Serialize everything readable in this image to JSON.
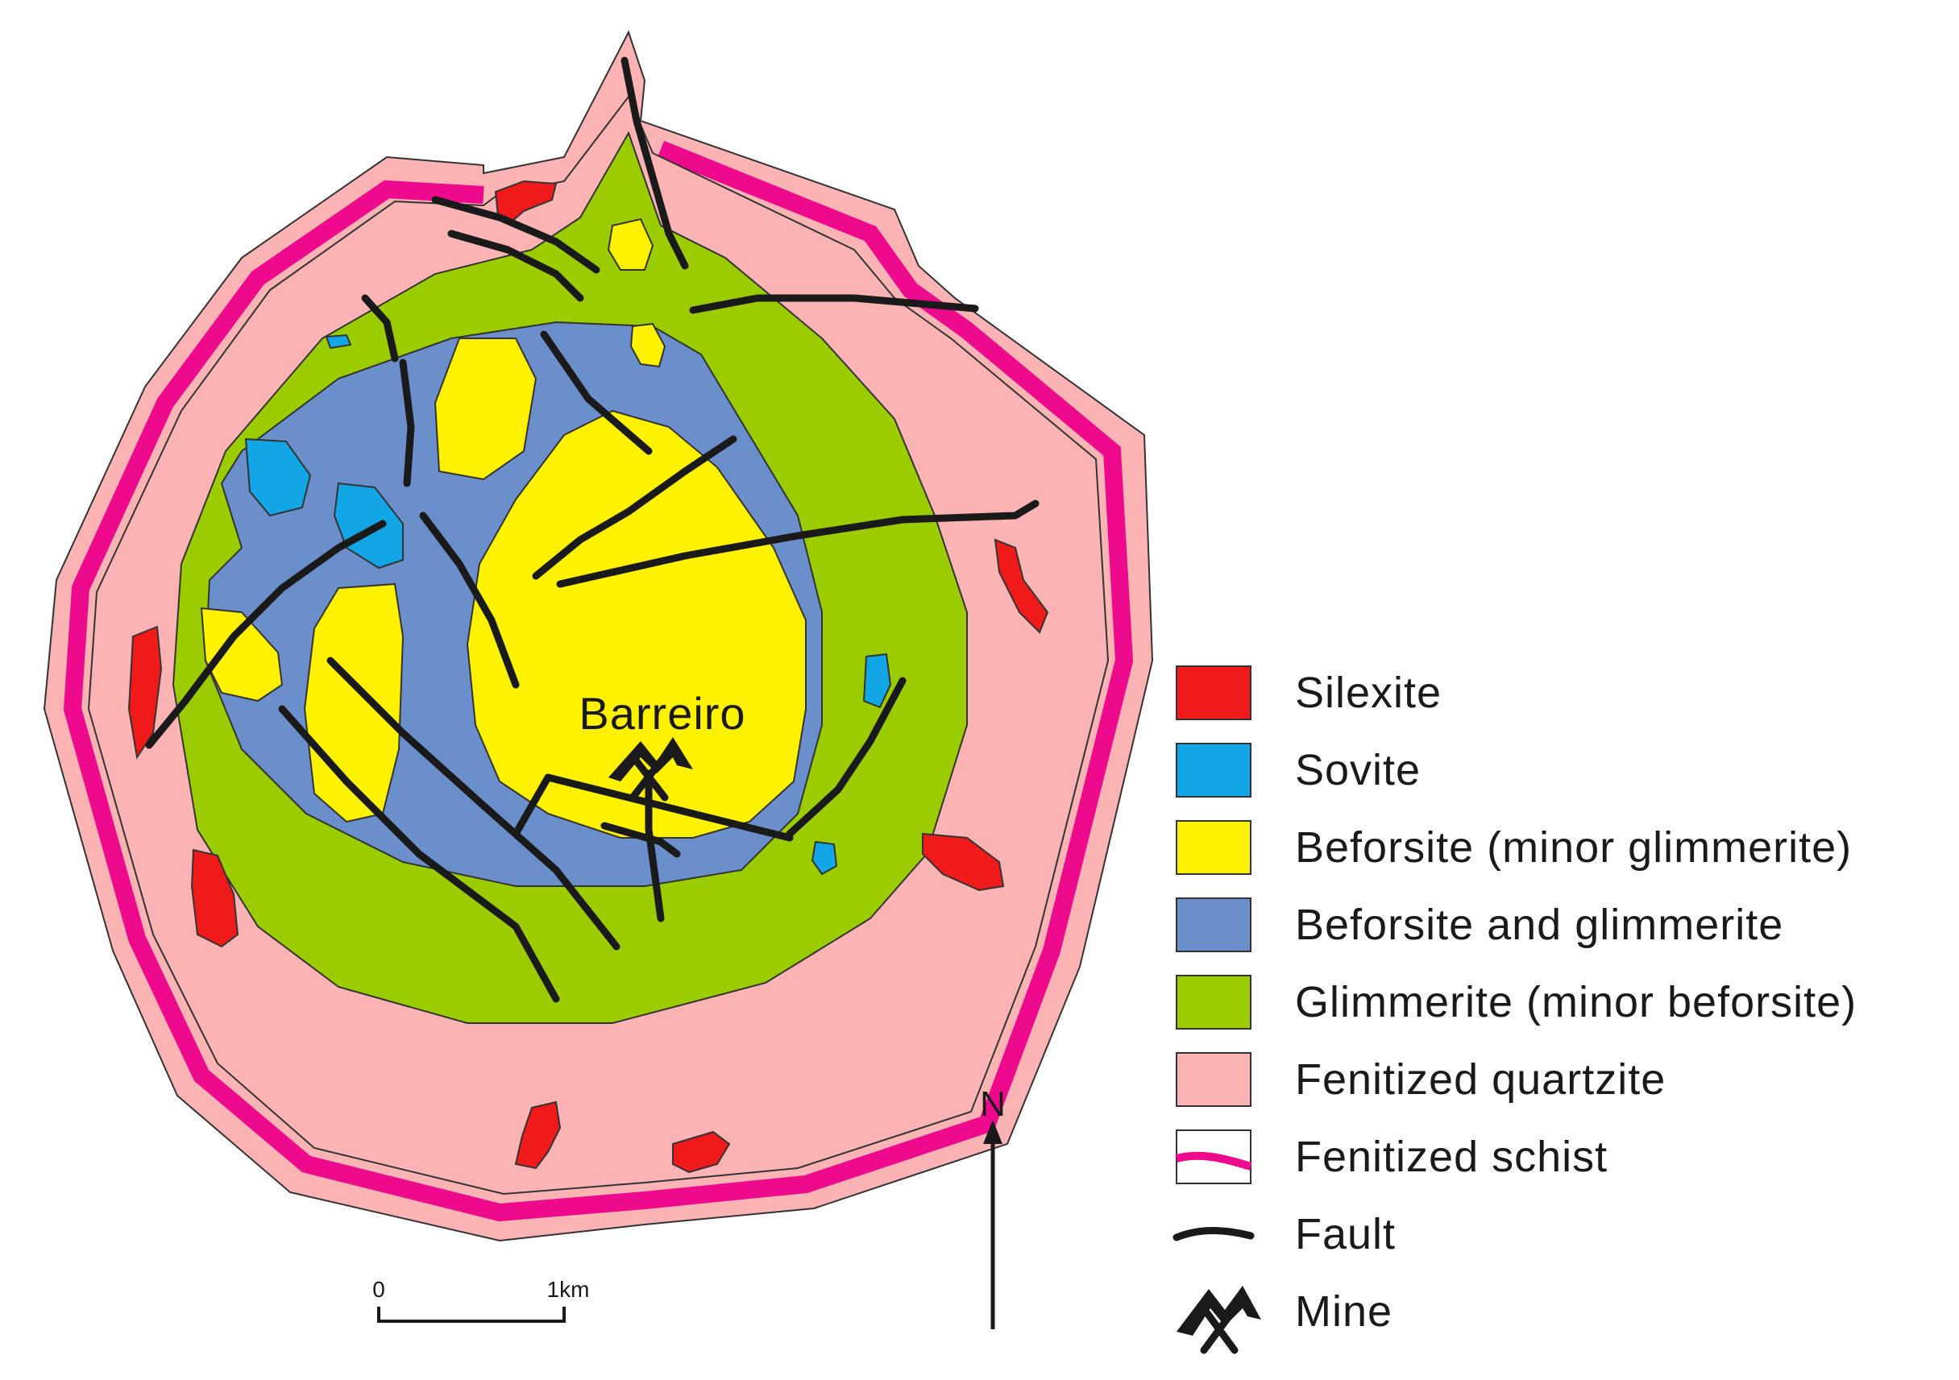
{
  "colors": {
    "silexite": "#f01a1a",
    "sovite": "#12a6e6",
    "beforsite_minor": "#fff200",
    "beforsite_glimmerite": "#6a8fca",
    "glimmerite_minor": "#9acc00",
    "fenitized_quartzite": "#fbb3b3",
    "fenitized_schist": "#ed0a8c",
    "fault": "#1a1a1a"
  },
  "map": {
    "place_label": "Barreiro",
    "north_label": "N",
    "scale": {
      "start": "0",
      "end": "1km"
    }
  },
  "legend": {
    "items": [
      {
        "key": "silexite",
        "label": "Silexite",
        "symbol": "box",
        "color": "#f01a1a"
      },
      {
        "key": "sovite",
        "label": "Sovite",
        "symbol": "box",
        "color": "#12a6e6"
      },
      {
        "key": "beforsite_minor",
        "label": "Beforsite (minor glimmerite)",
        "symbol": "box",
        "color": "#fff200"
      },
      {
        "key": "beforsite_glimmerite",
        "label": "Beforsite and glimmerite",
        "symbol": "box",
        "color": "#6a8fca"
      },
      {
        "key": "glimmerite_minor",
        "label": "Glimmerite (minor beforsite)",
        "symbol": "box",
        "color": "#9acc00"
      },
      {
        "key": "fenitized_quartzite",
        "label": "Fenitized quartzite",
        "symbol": "box",
        "color": "#fbb3b3"
      },
      {
        "key": "fenitized_schist",
        "label": "Fenitized schist",
        "symbol": "schist",
        "color": "#ed0a8c"
      },
      {
        "key": "fault",
        "label": "Fault",
        "symbol": "line",
        "color": "#1a1a1a"
      },
      {
        "key": "mine",
        "label": "Mine",
        "symbol": "mine-icon",
        "color": "#1a1a1a"
      }
    ]
  }
}
